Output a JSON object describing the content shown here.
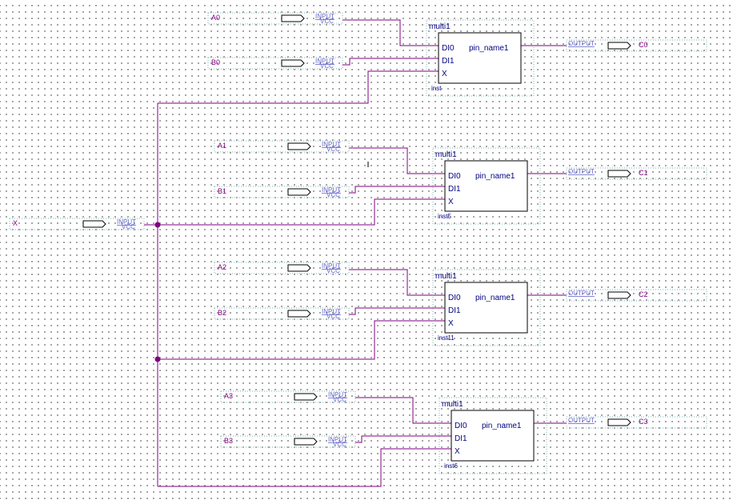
{
  "io_labels": {
    "input_kind": "INPUT",
    "input_vcc": "VCC",
    "output_kind": "OUTPUT"
  },
  "inputs": [
    "A0",
    "B0",
    "A1",
    "B1",
    "X",
    "A2",
    "B2",
    "A3",
    "B3"
  ],
  "outputs": [
    "C0",
    "C1",
    "C2",
    "C3"
  ],
  "blocks": [
    {
      "title": "multi1",
      "ports": [
        "DI0",
        "DI1",
        "X"
      ],
      "out_port": "pin_name1",
      "instance": "inst"
    },
    {
      "title": "multi1",
      "ports": [
        "DI0",
        "DI1",
        "X"
      ],
      "out_port": "pin_name1",
      "instance": "inst5"
    },
    {
      "title": "multi1",
      "ports": [
        "DI0",
        "DI1",
        "X"
      ],
      "out_port": "pin_name1",
      "instance": "inst11"
    },
    {
      "title": "multi1",
      "ports": [
        "DI0",
        "DI1",
        "X"
      ],
      "out_port": "pin_name1",
      "instance": "inst6"
    }
  ]
}
